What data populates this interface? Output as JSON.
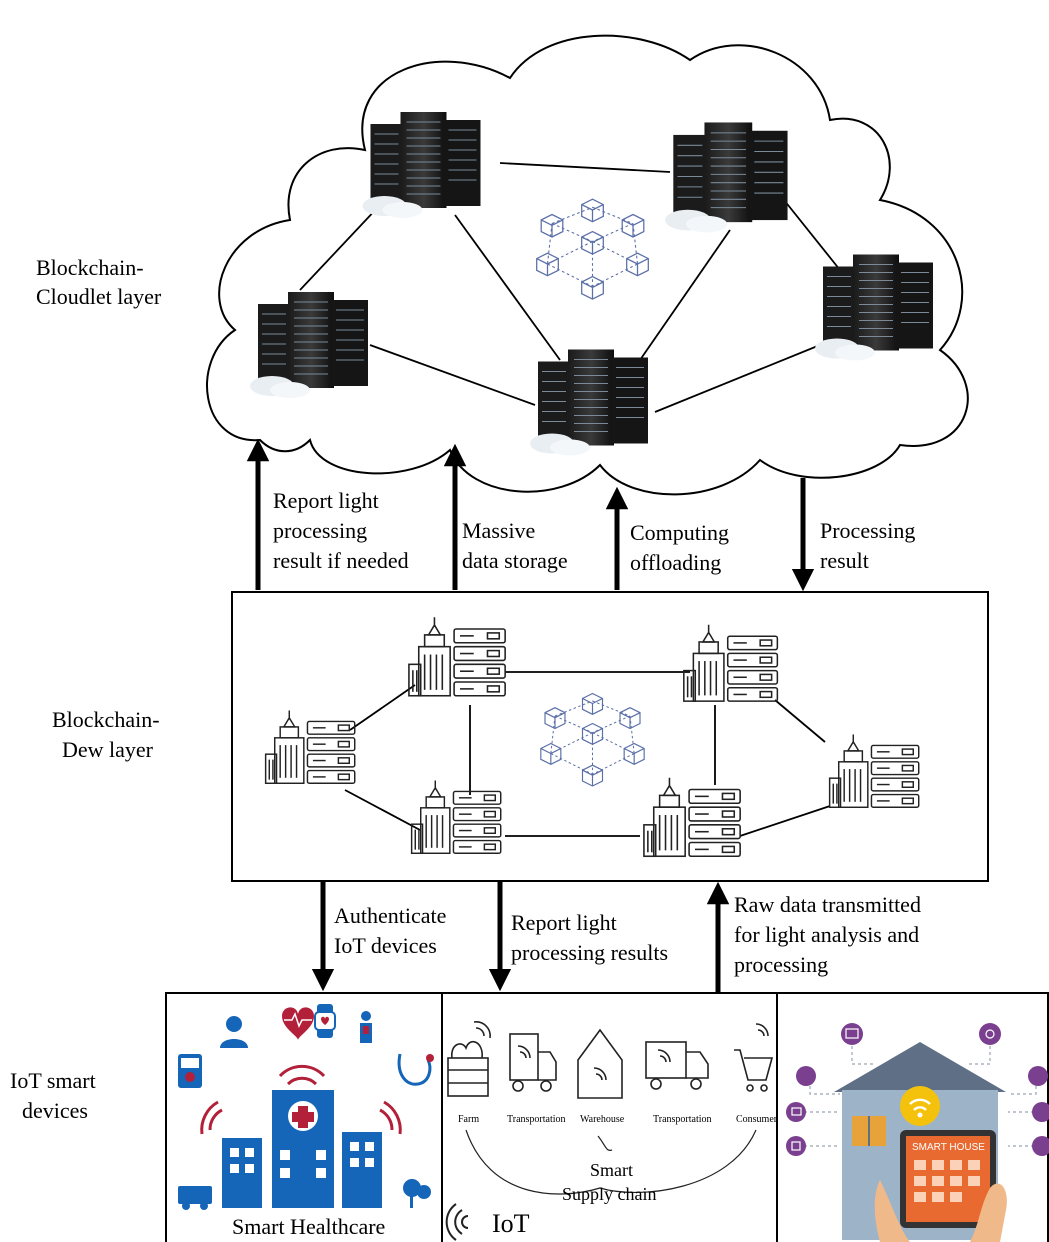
{
  "layers": {
    "cloudlet": {
      "line1": "Blockchain-",
      "line2": "Cloudlet layer"
    },
    "dew": {
      "line1": "Blockchain-",
      "line2": "Dew layer"
    },
    "iot": {
      "line1": "IoT smart",
      "line2": "devices"
    }
  },
  "arrows_upper": [
    {
      "lines": [
        "Report light",
        "processing",
        "result if needed"
      ],
      "direction": "up"
    },
    {
      "lines": [
        "Massive",
        "data storage"
      ],
      "direction": "up"
    },
    {
      "lines": [
        "Computing",
        "offloading"
      ],
      "direction": "up"
    },
    {
      "lines": [
        "Processing",
        "result"
      ],
      "direction": "down"
    }
  ],
  "arrows_lower": [
    {
      "lines": [
        "Authenticate",
        "IoT devices"
      ],
      "direction": "down"
    },
    {
      "lines": [
        "Report light",
        "processing results"
      ],
      "direction": "down"
    },
    {
      "lines": [
        "Raw data transmitted",
        "for light analysis and",
        "processing"
      ],
      "direction": "up"
    }
  ],
  "panels": {
    "healthcare": {
      "caption": "Smart Healthcare"
    },
    "supply_chain": {
      "stages": [
        "Farm",
        "Transportation",
        "Warehouse",
        "Transportation",
        "Consumer"
      ],
      "title_line1": "Smart",
      "title_line2": "Supply chain",
      "iot_text": "IoT"
    },
    "smart_house": {
      "screen_label": "SMART HOUSE"
    }
  },
  "colors": {
    "health_blue": "#1565b8",
    "health_red": "#b3203a",
    "house_wall": "#9db3c8",
    "house_roof": "#5e6f86",
    "house_accent": "#e87a3a",
    "wifi_yellow": "#f4c20d",
    "device_purple": "#7b3f8f",
    "cube_stroke": "#5b6fa8"
  }
}
